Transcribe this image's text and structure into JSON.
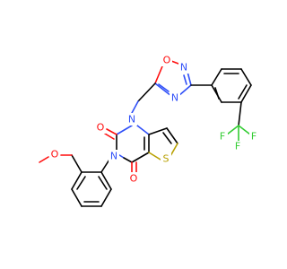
{
  "molecule": {
    "atoms": {
      "o_oxadiazole": "O",
      "n_oxadiazole_2": "N",
      "n_oxadiazole_4": "N",
      "n1_pyrimidine": "N",
      "n3_pyrimidine": "N",
      "o_carbonyl_2": "O",
      "o_carbonyl_4": "O",
      "s_thiophene": "S",
      "o_methoxy": "O",
      "f_1": "F",
      "f_2": "F",
      "f_3": "F"
    },
    "colors": {
      "carbon": "#000000",
      "oxygen": "#ff0d0d",
      "nitrogen": "#3050f8",
      "sulfur": "#b8a000",
      "fluorine": "#33cc33"
    }
  }
}
